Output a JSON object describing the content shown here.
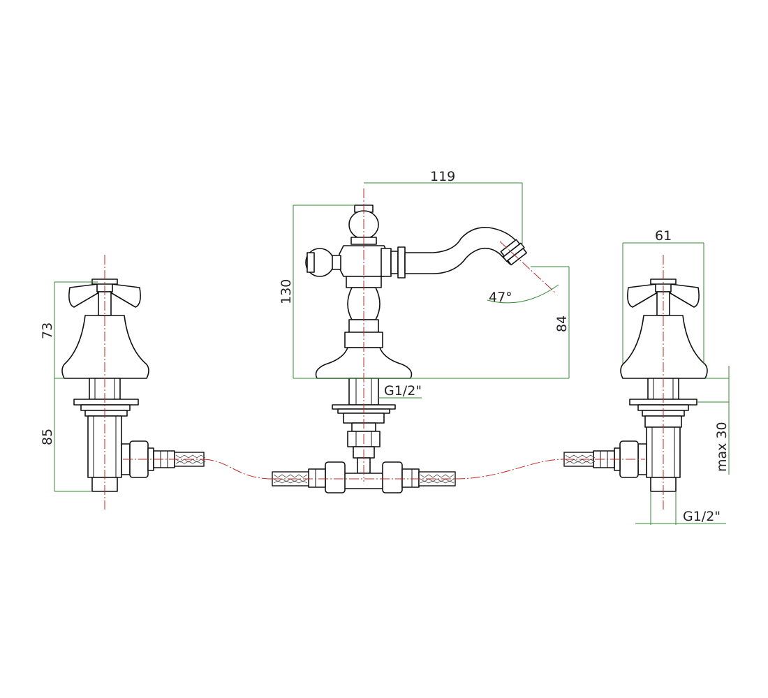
{
  "drawing": {
    "accent_colors": {
      "dimension_line": "#2e8b2e",
      "center_axis": "#cc2222",
      "outline": "#111111"
    },
    "icons": {
      "left_handle": "cross-handle-valve",
      "right_handle": "cross-handle-valve",
      "center": "bidet-mixer-spout"
    },
    "dimensions": {
      "spout_reach": "119",
      "total_height": "130",
      "spout_height": "84",
      "spray_angle": "47°",
      "thread_center": "G1/2\"",
      "valve_width": "61",
      "valve_head_height": "73",
      "valve_body_height": "85",
      "max_deck": "max 30",
      "thread_right": "G1/2\""
    }
  }
}
